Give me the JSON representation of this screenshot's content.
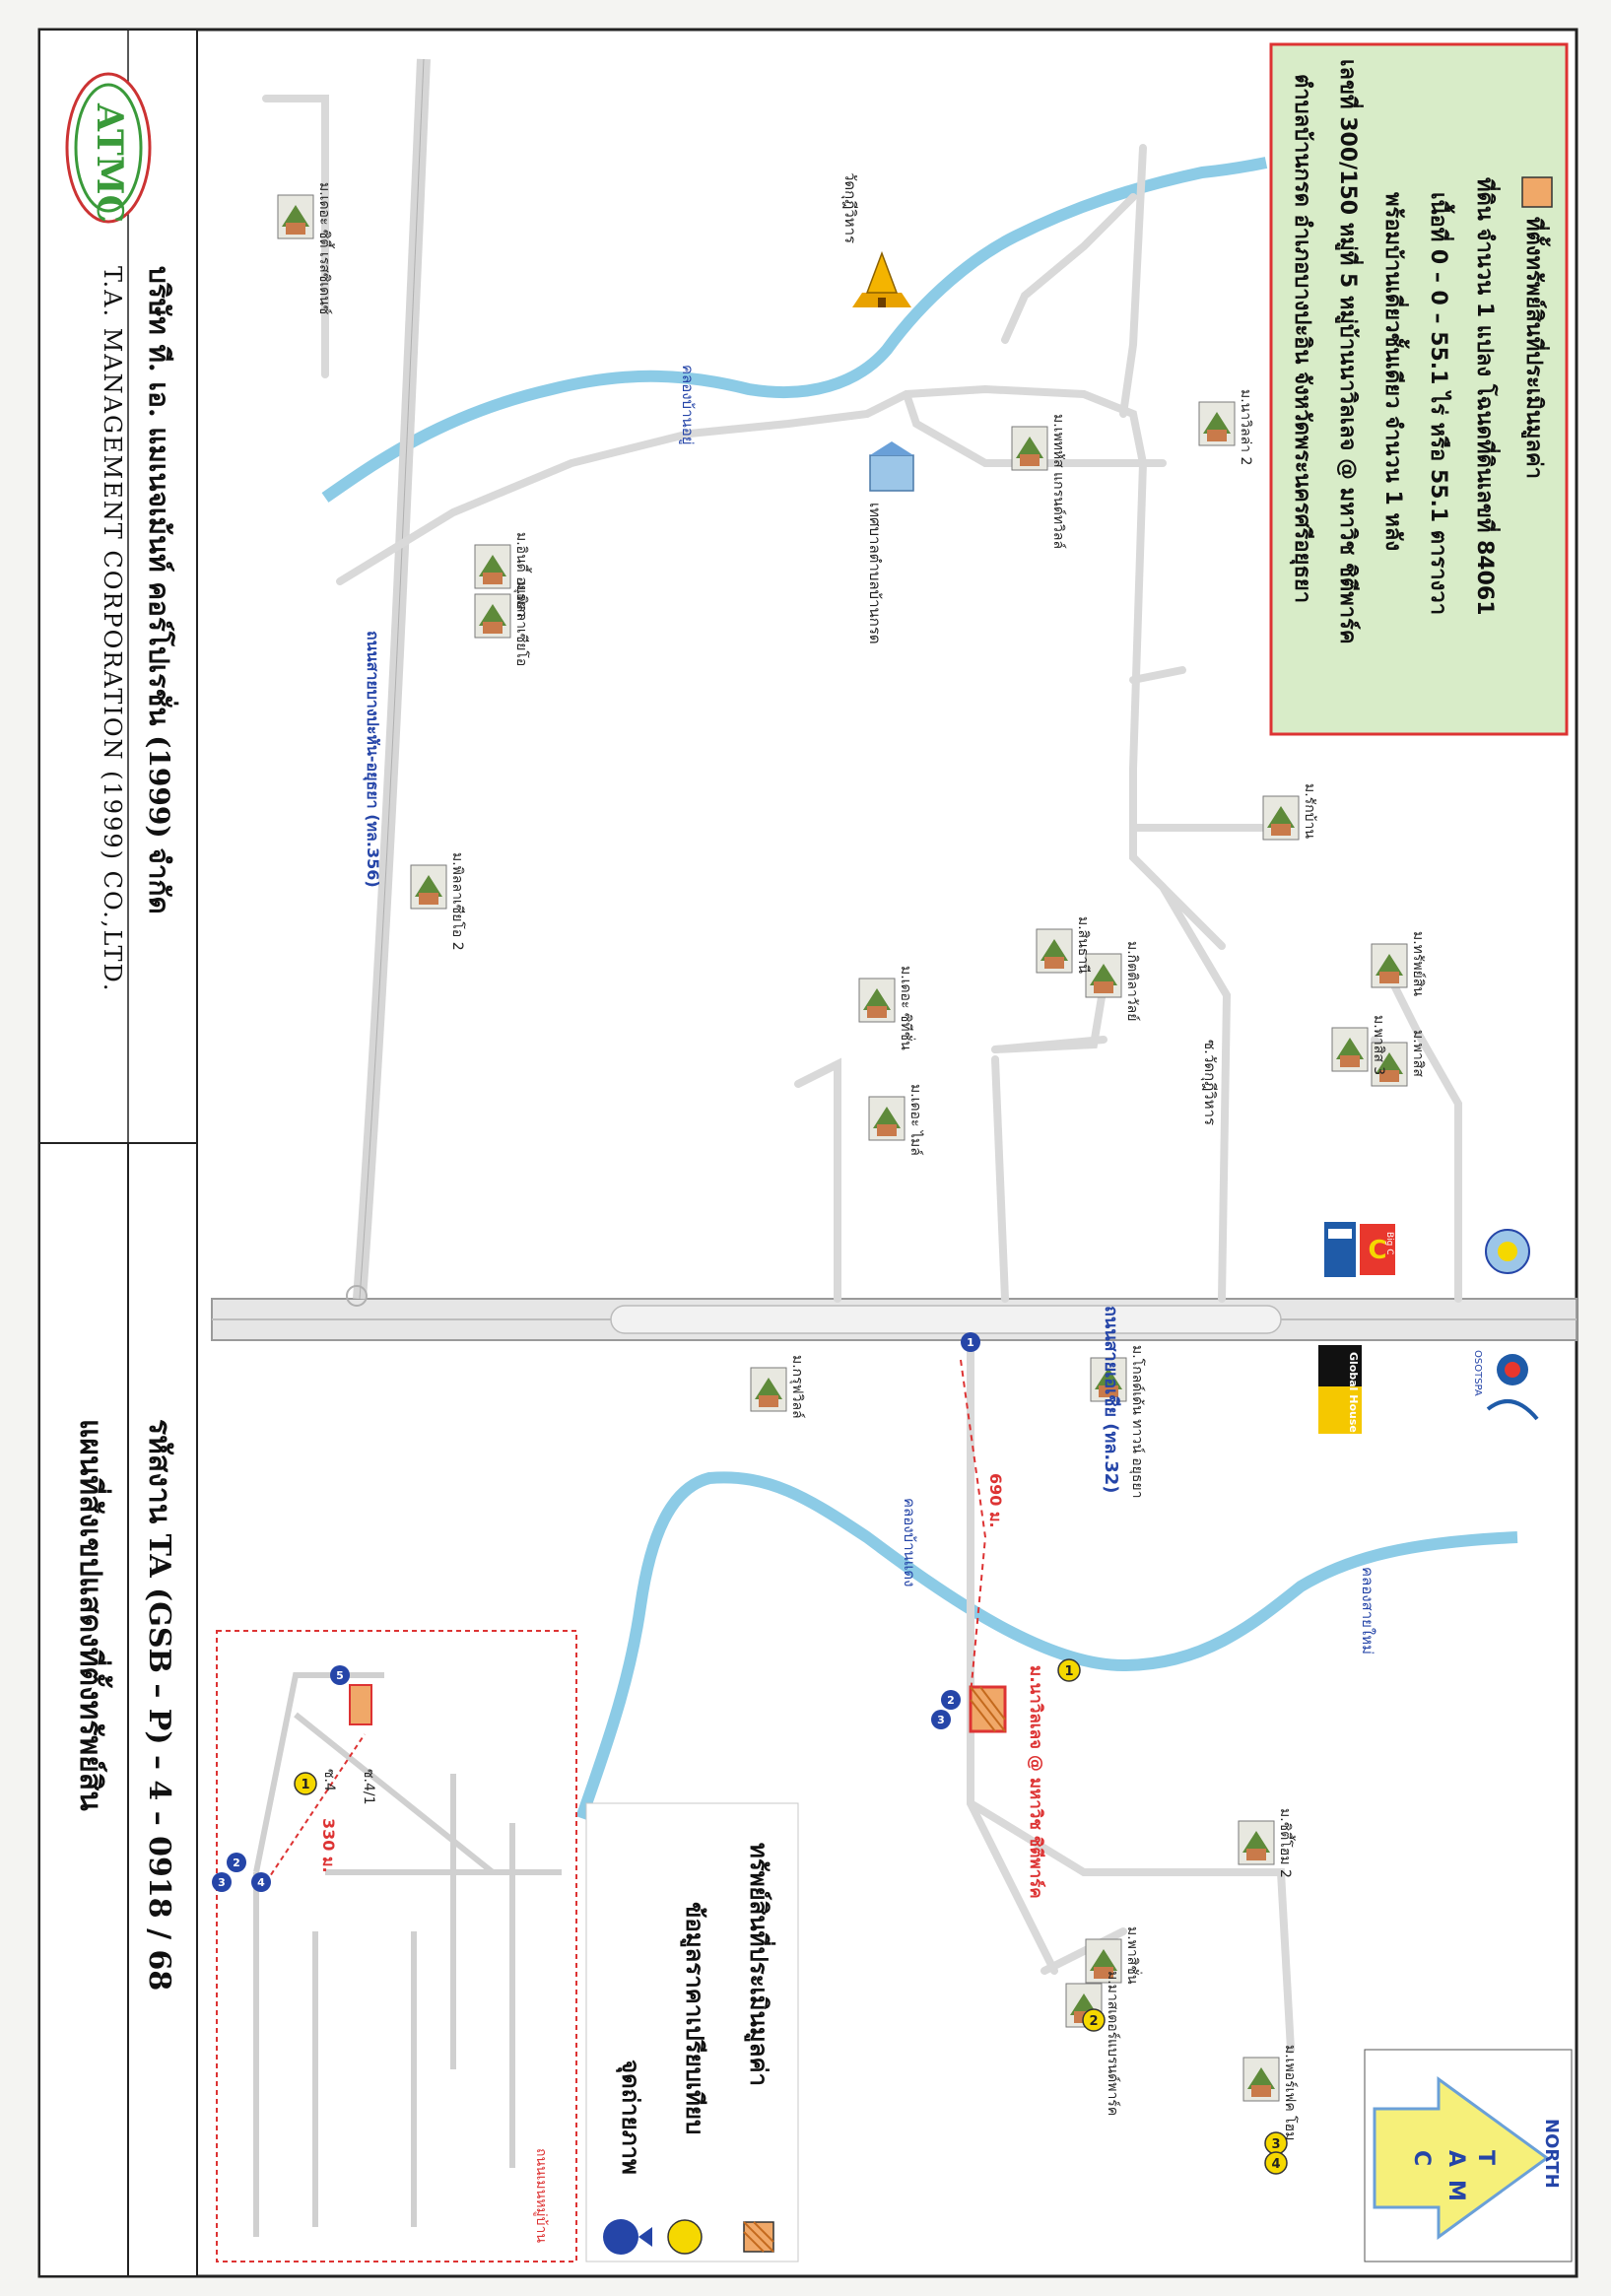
{
  "company": {
    "logo_text": "ATMC",
    "name_th": "บริษัท ที. เอ. แมเนจเม้นท์ คอร์โปเรชั่น (1999) จำกัด",
    "name_en": "T.A. MANAGEMENT CORPORATION (1999) CO.,LTD."
  },
  "project": {
    "code": "รหัสงาน  TA (GSB – P) – 4 – 0918 / 68",
    "map_title": "แผนที่สังเขปแสดงที่ตั้งทรัพย์สิน"
  },
  "info_box": {
    "lines": [
      "ที่ตั้งทรัพย์สินที่ประเมินมูลค่า",
      "ที่ดิน  จำนวน  1 แปลง  โฉนดที่ดินเลขที่ 84061",
      "เนื้อที่  0 – 0 – 55.1 ไร่  หรือ 55.1 ตารางวา",
      "พร้อมบ้านเดี่ยวชั้นเดียว จำนวน 1 หลัง",
      "เลขที่ 300/150 หมู่ที่ 5 หมู่บ้านนาวิลเลจ @ มหาวิช ชิตีพาร์ค",
      "ตำบลบ้านกรด อำเภอบางปะอิน จังหวัดพระนครศรีอยุธยา"
    ]
  },
  "legend": {
    "property": "ทรัพย์สินที่ประเมินมูลค่า",
    "comparison": "ข้อมูลราคาเปรียบเทียบ",
    "photo": "จุดถ่ายภาพ"
  },
  "north": {
    "label": "NORTH",
    "letters": [
      "T",
      "A",
      "M",
      "C"
    ]
  },
  "roads": {
    "asia": "ถนนสายเอเชีย (ทล.32)",
    "bang_pahan": "ถนนสายบางปะหัน-อยุธยา (ทล.356)",
    "wat_kuti": "ซ.วัดกุฎีวิหาร",
    "soi4": "ซ.4",
    "soi41": "ซ.4/1",
    "main_entrance": "ถนนเมนหมู่บ้าน"
  },
  "canals": {
    "khlong_a": "คลองบ้านอยู่",
    "khlong_b": "คลองบ้านแดง",
    "khlong_c": "คลองสายใหม่"
  },
  "distances": {
    "main": "690 ม.",
    "inset": "330 ม."
  },
  "landmarks": {
    "temple": "วัดกุฎีวิหาร",
    "municipality": "เทศบาลตำบลบ้านกรด",
    "subject_name": "ม.นาวิลเลจ @ มหาวิช ชิตีพาร์ค",
    "brands": {
      "bigc": "Big C",
      "global": "Global House",
      "osotspa": "OSOTSPA"
    }
  },
  "villages": [
    "ม.เดอะ ซิตี้ เรสซิเดนซ์",
    "ม.อินดี้ อยุธยา",
    "ม.พิลลาเซียโอ",
    "ม.พิลลาเซียโอ 2",
    "ม.เพทหัส แกรนด์ทวิลล์",
    "ม.นาวิลล่า 2",
    "ม.รักบ้าน",
    "ม.ทรัพย์สิน",
    "ม.กิตติลาวัลย์",
    "ม.สินธานี",
    "ม.เดอะ ซิทีชั่น",
    "ม.พาสิส 3",
    "ม.พาสิส",
    "ม.เดอะ ไมล์",
    "ม.กรุฟวิลล์",
    "ม.โกลด์เด้น ทาวน์ อยุธยา",
    "ม.ชิตี้โฮม 2",
    "ม.พาสิชั่น",
    "ม.มาสเตอร์แบรนด์พาร์ค",
    "ม.เพอร์เฟค โฮม"
  ],
  "markers": {
    "comparisons": [
      "1",
      "2",
      "3",
      "4"
    ],
    "photo_points": [
      "1",
      "2",
      "3",
      "4",
      "5"
    ]
  },
  "colors": {
    "water": "#8ccbe6",
    "road": "#dcdcdc",
    "subject": "#f0a868",
    "info_bg": "#d8ecc8",
    "photo_pin": "#2545a8",
    "comparison_fill": "#f5d800",
    "red": "#cc2222"
  }
}
